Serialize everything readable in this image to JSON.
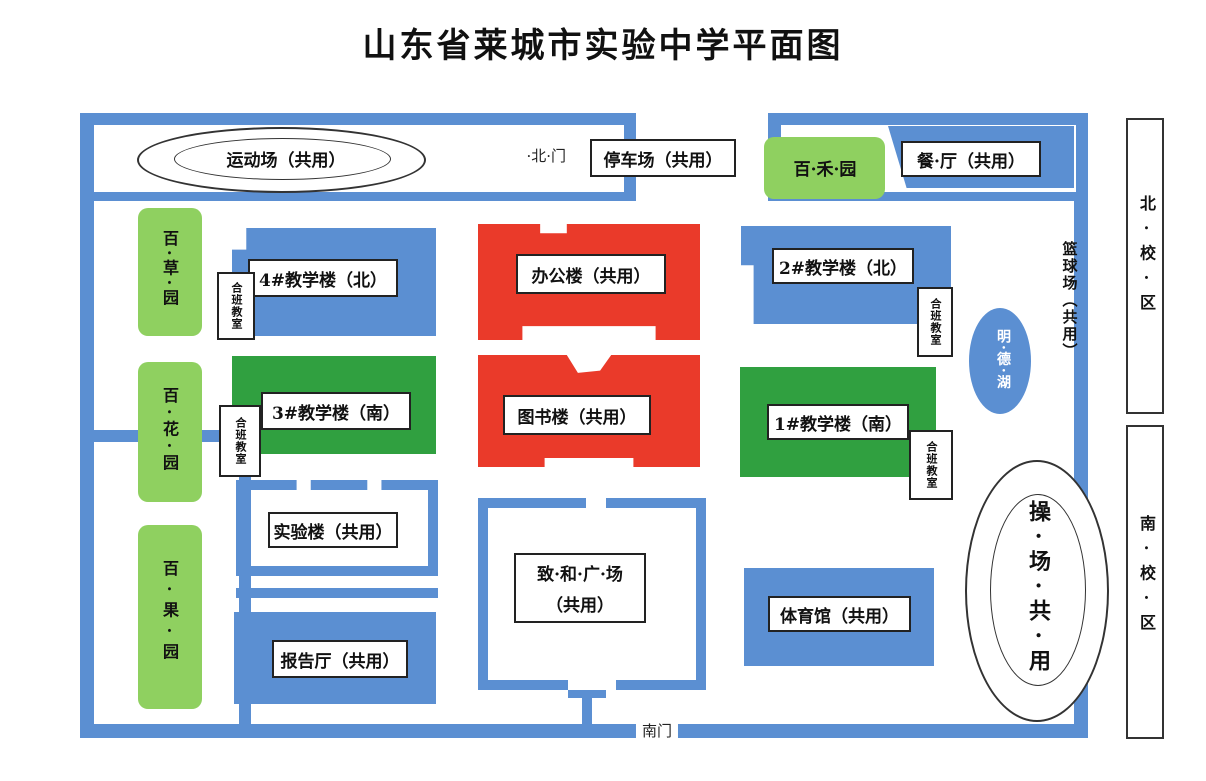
{
  "title": "山东省莱城市实验中学平面图",
  "gates": {
    "north": "·北·门",
    "south": "南门"
  },
  "campus": {
    "north": "北·校·区",
    "south": "南·校·区"
  },
  "sports_field_nw": "运动场（共用）",
  "parking": "停车场（共用）",
  "art_garden": "百·禾·园",
  "dining": "餐·厅（共用）",
  "herb_garden": "百·草·园",
  "flower_garden": "百·花·园",
  "fruit_garden": "百·果·园",
  "bldg4": "4#教学楼（北）",
  "bldg3": "3#教学楼（南）",
  "bldg2": "2#教学楼（北）",
  "bldg1": "1#教学楼（南）",
  "office": "办公楼（共用）",
  "library": "图书楼（共用）",
  "lab": "实验楼（共用）",
  "plaza_line1": "致·和·广·场",
  "plaza_line2": "（共用）",
  "gym": "体育馆（共用）",
  "auditorium": "报告厅（共用）",
  "playground": "操·场·共·用",
  "lake": "明·德·湖",
  "ball_courts": "篮球场（共用）",
  "corridor": "合班教室",
  "colors": {
    "blue": "#5b8fd2",
    "red": "#ea3a2a",
    "green": "#30a040",
    "light_green": "#8fd060"
  }
}
